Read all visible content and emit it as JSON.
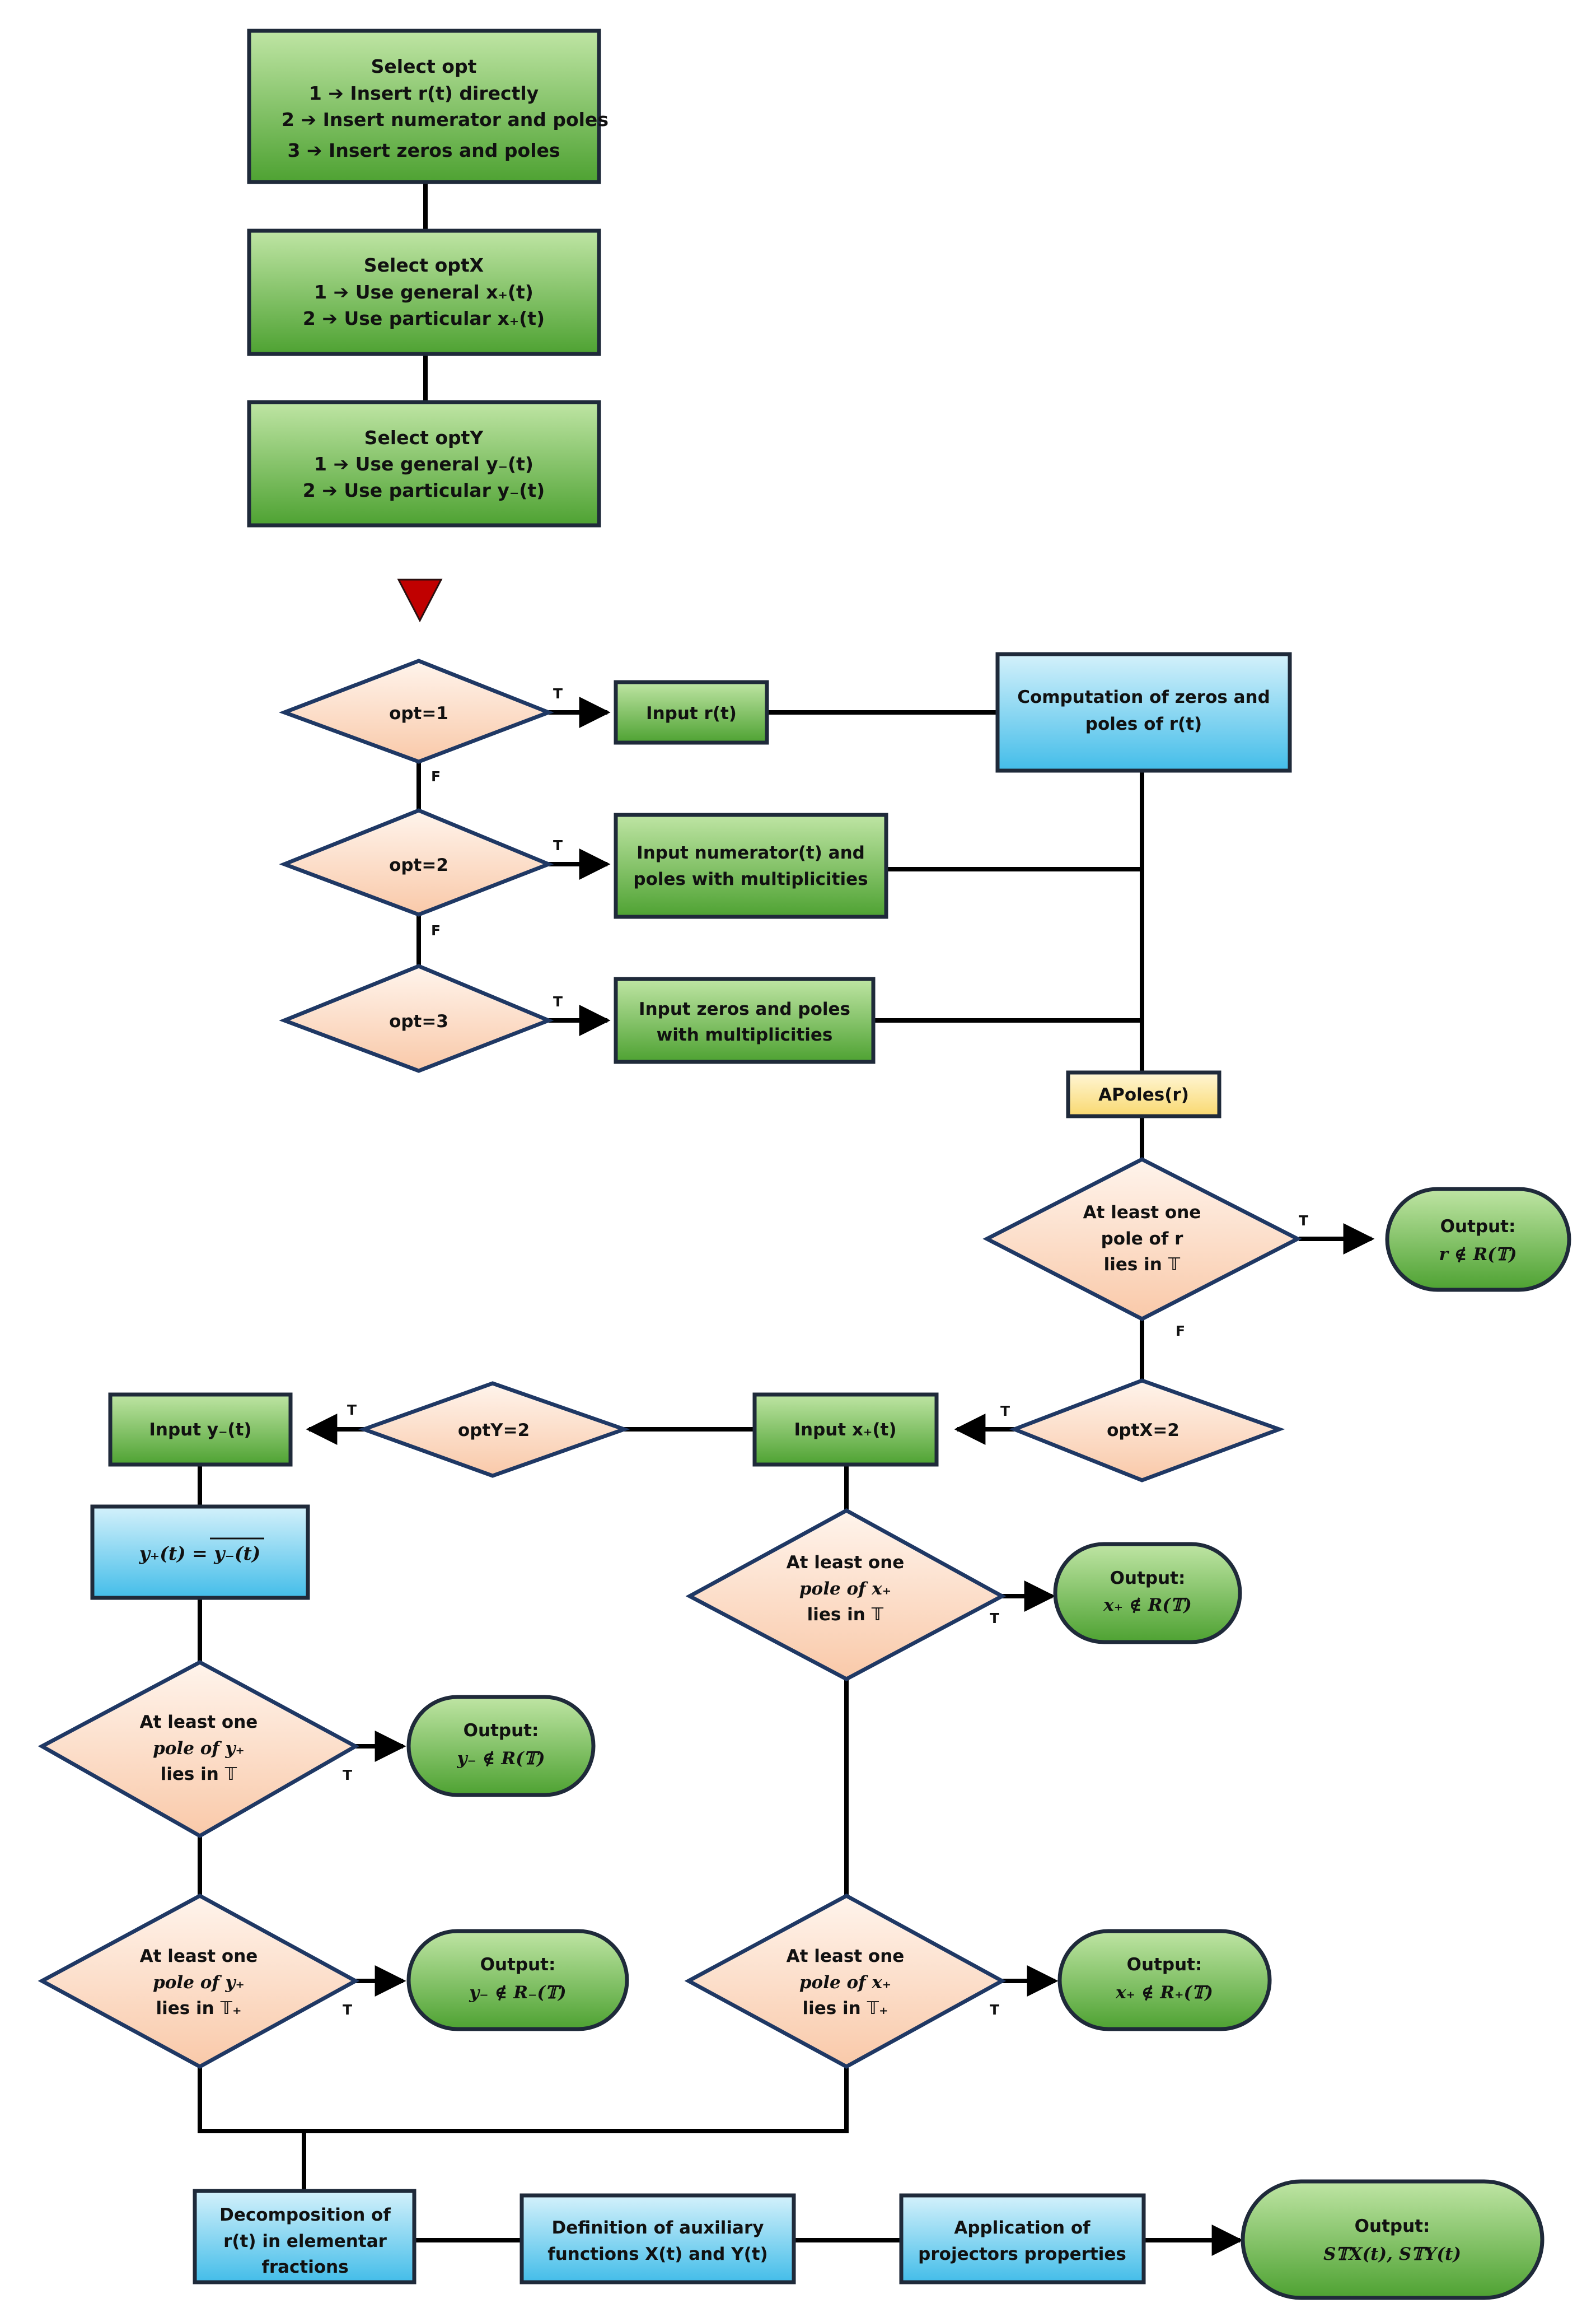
{
  "colors": {
    "green_top": "#bfe5a4",
    "green_bottom": "#4ea232",
    "green_stroke": "#1f2a3a",
    "blue_top": "#d4f1fb",
    "blue_bottom": "#43bde9",
    "blue_stroke": "#1f2a3a",
    "diamond_top": "#fff4ec",
    "diamond_bottom": "#f9c9a9",
    "diamond_stroke": "#1f3864",
    "yellow_top": "#fff6d6",
    "yellow_bottom": "#f9d970",
    "line": "#000000",
    "start_marker": "#c00000"
  },
  "nodes": {
    "sel_opt": [
      "Select opt",
      "1 ➔ Insert r(t) directly",
      "2 ➔ Insert numerator and poles",
      "3 ➔ Insert zeros and poles"
    ],
    "sel_optx": [
      "Select optX",
      "1 ➔ Use general x₊(t)",
      "2 ➔ Use particular x₊(t)"
    ],
    "sel_opty": [
      "Select optY",
      "1 ➔ Use general y₋(t)",
      "2 ➔ Use particular y₋(t)"
    ],
    "d_opt1": [
      "opt=1"
    ],
    "d_opt2": [
      "opt=2"
    ],
    "d_opt3": [
      "opt=3"
    ],
    "in_rt": [
      "Input r(t)"
    ],
    "comp": [
      "Computation of zeros and",
      "poles of r(t)"
    ],
    "in_num": [
      "Input numerator(t) and",
      "poles with multiplicities"
    ],
    "in_zeros": [
      "Input zeros and poles",
      "with multiplicities"
    ],
    "apoles": [
      "APoles(r)"
    ],
    "d_r": [
      "At least one",
      "pole of r",
      "lies in 𝕋"
    ],
    "out_r": [
      "Output:",
      "r ∉ R(𝕋)"
    ],
    "d_optx": [
      "optX=2"
    ],
    "in_x": [
      "Input x₊(t)"
    ],
    "d_opty": [
      "optY=2"
    ],
    "in_y": [
      "Input y₋(t)"
    ],
    "y_eq": [
      "y₊(t) = y₋(t)"
    ],
    "d_x_T": [
      "At least one",
      "pole of x₊",
      "lies in 𝕋"
    ],
    "out_x_T": [
      "Output:",
      "x₊ ∉ R(𝕋)"
    ],
    "d_y_T": [
      "At least one",
      "pole of y₊",
      "lies in 𝕋"
    ],
    "out_y_T": [
      "Output:",
      "y₋ ∉ R(𝕋)"
    ],
    "d_y_Tp": [
      "At least one",
      "pole of y₊",
      "lies in 𝕋₊"
    ],
    "out_y_Tp": [
      "Output:",
      "y₋ ∉ R₋(𝕋)"
    ],
    "d_x_Tp": [
      "At least one",
      "pole of x₊",
      "lies in 𝕋₊"
    ],
    "out_x_Tp": [
      "Output:",
      "x₊ ∉ R₊(𝕋)"
    ],
    "decomp": [
      "Decomposition of",
      "r(t) in elementar",
      "fractions"
    ],
    "defaux": [
      "Definition of auxiliary",
      "functions X(t) and Y(t)"
    ],
    "proj": [
      "Application of",
      "projectors properties"
    ],
    "out_final": [
      "Output:",
      "S𝕋X(t), S𝕋Y(t)"
    ]
  },
  "branch_labels": {
    "true": "T",
    "false": "F"
  }
}
